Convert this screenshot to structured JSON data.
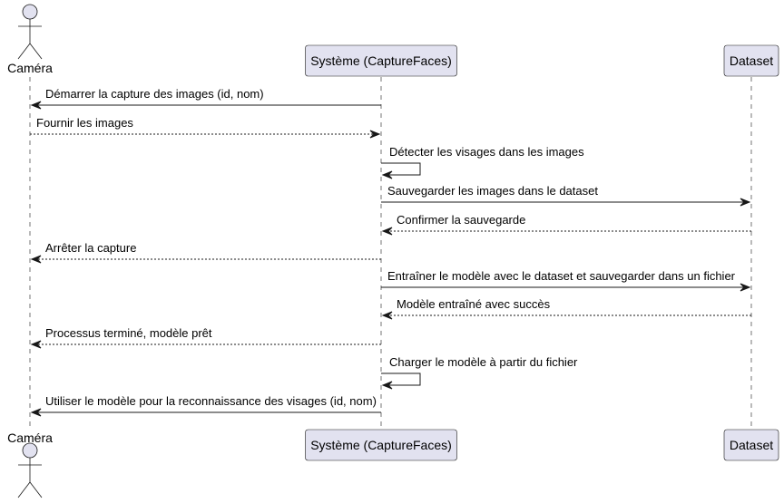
{
  "diagram": {
    "type": "sequence",
    "participants": [
      {
        "id": "camera",
        "label": "Caméra",
        "kind": "actor"
      },
      {
        "id": "system",
        "label": "Système (CaptureFaces)",
        "kind": "participant"
      },
      {
        "id": "dataset",
        "label": "Dataset",
        "kind": "participant"
      }
    ],
    "messages": [
      {
        "from": "system",
        "to": "camera",
        "text": "Démarrer la capture des images (id, nom)",
        "style": "solid"
      },
      {
        "from": "camera",
        "to": "system",
        "text": "Fournir les images",
        "style": "dashed"
      },
      {
        "from": "system",
        "to": "system",
        "text": "Détecter les visages dans les images",
        "style": "solid"
      },
      {
        "from": "system",
        "to": "dataset",
        "text": "Sauvegarder les images dans le dataset",
        "style": "solid"
      },
      {
        "from": "dataset",
        "to": "system",
        "text": "Confirmer la sauvegarde",
        "style": "dashed"
      },
      {
        "from": "system",
        "to": "camera",
        "text": "Arrêter la capture",
        "style": "dashed"
      },
      {
        "from": "system",
        "to": "dataset",
        "text": "Entraîner le modèle avec le dataset et sauvegarder dans un fichier",
        "style": "solid"
      },
      {
        "from": "dataset",
        "to": "system",
        "text": "Modèle entraîné avec succès",
        "style": "dashed"
      },
      {
        "from": "system",
        "to": "camera",
        "text": "Processus terminé, modèle prêt",
        "style": "dashed"
      },
      {
        "from": "system",
        "to": "system",
        "text": "Charger le modèle à partir du fichier",
        "style": "solid"
      },
      {
        "from": "system",
        "to": "camera",
        "text": "Utiliser le modèle pour la reconnaissance des visages (id, nom)",
        "style": "solid"
      }
    ],
    "colors": {
      "box_fill": "#e2e2f0",
      "box_stroke": "#181818",
      "actor_fill": "#e2e2f0",
      "line": "#181818",
      "lifeline": "#181818"
    }
  }
}
